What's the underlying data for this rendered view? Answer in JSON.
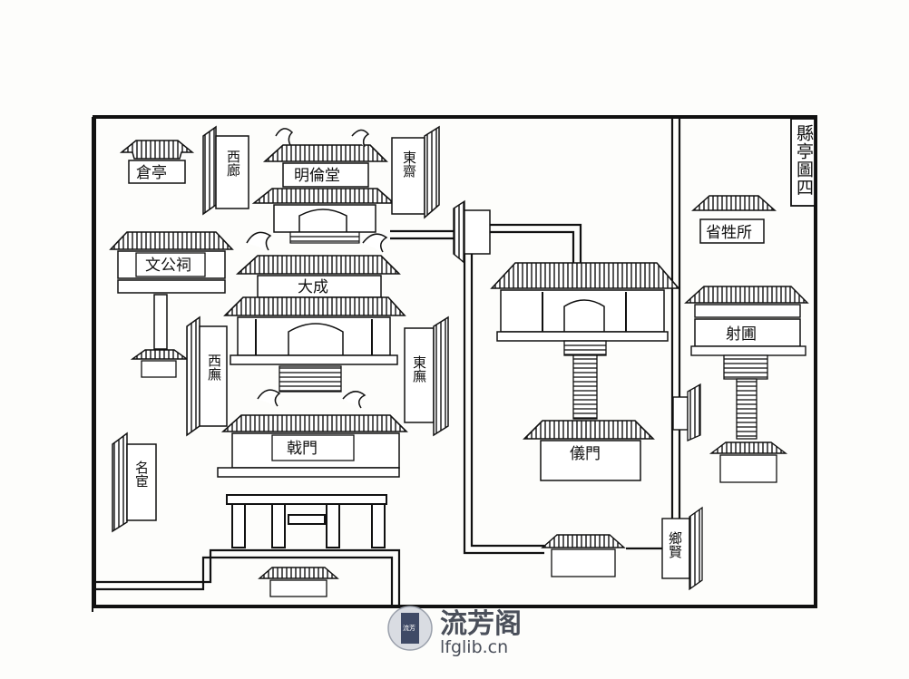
{
  "map": {
    "title": "縣亭圖四",
    "buildings": {
      "granary": "倉亭",
      "ming_lun_tang": "明倫堂",
      "west_room_top": "西廊",
      "east_room_top": "東齋",
      "wen_gong_ci": "文公祠",
      "da_cheng": "大成",
      "west_hall": "西廡",
      "east_hall": "東廡",
      "ji_men": "戟門",
      "ming_huan": "名宦",
      "xiang_xian": "鄉賢",
      "yi_men": "儀門",
      "sheng_suo": "省牲所",
      "she_pu": "射圃"
    }
  },
  "watermark": {
    "cn": "流芳阁",
    "en": "lfglib.cn",
    "badge": "流芳"
  }
}
